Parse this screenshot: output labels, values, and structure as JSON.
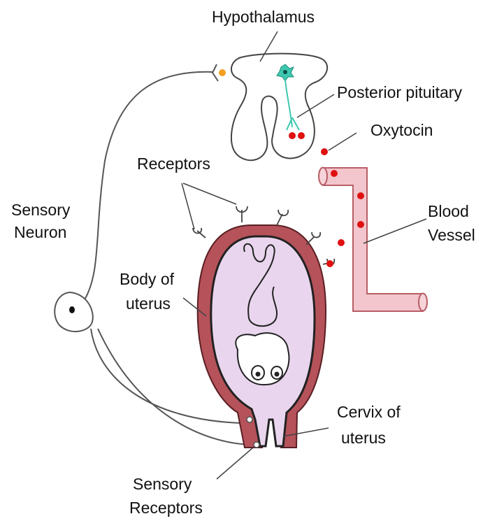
{
  "labels": {
    "hypothalamus": "Hypothalamus",
    "posterior_pituitary": "Posterior pituitary",
    "oxytocin": "Oxytocin",
    "receptors": "Receptors",
    "sensory_neuron_1": "Sensory",
    "sensory_neuron_2": "Neuron",
    "blood_vessel_1": "Blood",
    "blood_vessel_2": "Vessel",
    "body_uterus_1": "Body of",
    "body_uterus_2": "uterus",
    "cervix_1": "Cervix of",
    "cervix_2": "uterus",
    "sensory_receptors_1": "Sensory",
    "sensory_receptors_2": "Receptors"
  },
  "colors": {
    "uterus_wall": "#b5525a",
    "uterus_inner": "#e9d6ee",
    "blood_vessel": "#f2c6cc",
    "oxytocin_dot": "#e01010",
    "neuron_cell": "#3fc7b0",
    "synapse_dot": "#f4a020",
    "outline": "#444444"
  },
  "icons": {
    "fetus": "fetus-drawing",
    "neuron": "neurosecretory-cell"
  }
}
